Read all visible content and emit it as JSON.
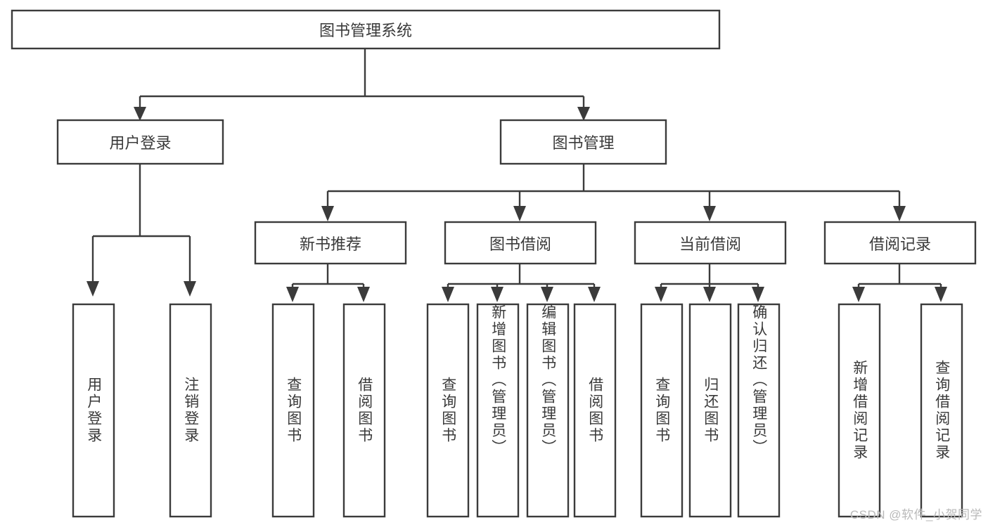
{
  "diagram": {
    "title": "图书管理系统",
    "type": "hierarchy-tree",
    "watermark": "CSDN @软件_小贺同学",
    "colors": {
      "box_stroke": "#3b3b3b",
      "box_fill": "#ffffff",
      "text": "#3a3a3a",
      "background": "#ffffff",
      "watermark": "#b9b9b9"
    },
    "levels": {
      "root": {
        "label": "图书管理系统",
        "orientation": "horizontal"
      },
      "level2": [
        {
          "label": "用户登录",
          "orientation": "horizontal"
        },
        {
          "label": "图书管理",
          "orientation": "horizontal"
        }
      ],
      "level3": [
        {
          "label": "新书推荐",
          "orientation": "horizontal"
        },
        {
          "label": "图书借阅",
          "orientation": "horizontal"
        },
        {
          "label": "当前借阅",
          "orientation": "horizontal"
        },
        {
          "label": "借阅记录",
          "orientation": "horizontal"
        }
      ],
      "leaves": {
        "user_login": [
          {
            "label": "用户登录",
            "orientation": "vertical"
          },
          {
            "label": "注销登录",
            "orientation": "vertical"
          }
        ],
        "new_book_recommend": [
          {
            "label": "查询图书",
            "orientation": "vertical"
          },
          {
            "label": "借阅图书",
            "orientation": "vertical"
          }
        ],
        "book_borrow": [
          {
            "label": "查询图书",
            "orientation": "vertical"
          },
          {
            "label": "新增图书（管理员）",
            "orientation": "vertical"
          },
          {
            "label": "编辑图书（管理员）",
            "orientation": "vertical"
          },
          {
            "label": "借阅图书",
            "orientation": "vertical"
          }
        ],
        "current_borrow": [
          {
            "label": "查询图书",
            "orientation": "vertical"
          },
          {
            "label": "归还图书",
            "orientation": "vertical"
          },
          {
            "label": "确认归还（管理员）",
            "orientation": "vertical"
          }
        ],
        "borrow_record": [
          {
            "label": "新增借阅记录",
            "orientation": "vertical"
          },
          {
            "label": "查询借阅记录",
            "orientation": "vertical"
          }
        ]
      }
    }
  }
}
